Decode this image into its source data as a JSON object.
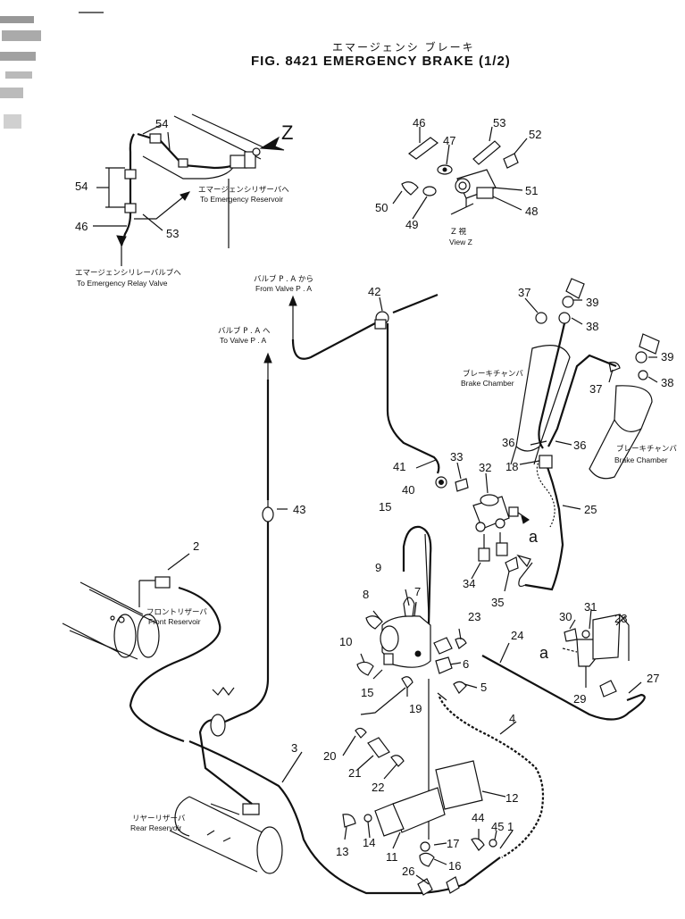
{
  "title": {
    "japanese": "エマージェンシ  ブレーキ",
    "english": "FIG. 8421  EMERGENCY  BRAKE  (1/2)"
  },
  "callouts": {
    "emergency_reservoir_jp": "エマージェンシリザーバへ",
    "emergency_reservoir_en": "To  Emergency  Reservoir",
    "relay_valve_jp": "エマージェンシリレーバルブへ",
    "relay_valve_en": "To  Emergency  Relay  Valve",
    "from_valve_jp": "バルブ P . A から",
    "from_valve_en": "From  Valve  P . A",
    "to_valve_jp": "バルブ P . A へ",
    "to_valve_en": "To  Valve  P . A",
    "brake_chamber_1_jp": "ブレーキチャンバ",
    "brake_chamber_1_en": "Brake  Chamber",
    "brake_chamber_2_jp": "ブレーキチャンバ",
    "brake_chamber_2_en": "Brake  Chamber",
    "front_reservoir_jp": "フロントリザーバ",
    "front_reservoir_en": "Front  Reservoir",
    "rear_reservoir_jp": "リヤーリザーバ",
    "rear_reservoir_en": "Rear  Reservoir",
    "view_z_jp": "Z  視",
    "view_z_en": "View  Z",
    "z_arrow": "Z",
    "a_mark_1": "a",
    "a_mark_2": "a"
  },
  "part_numbers": {
    "n1": "1",
    "n2": "2",
    "n3": "3",
    "n4": "4",
    "n5": "5",
    "n6": "6",
    "n7": "7",
    "n8": "8",
    "n9": "9",
    "n10": "10",
    "n11": "11",
    "n12": "12",
    "n13": "13",
    "n14": "14",
    "n15a": "15",
    "n15b": "15",
    "n16": "16",
    "n17": "17",
    "n18": "18",
    "n19": "19",
    "n20": "20",
    "n21": "21",
    "n22": "22",
    "n23": "23",
    "n24": "24",
    "n25": "25",
    "n26": "26",
    "n27": "27",
    "n28": "28",
    "n29": "29",
    "n30": "30",
    "n31": "31",
    "n32": "32",
    "n33": "33",
    "n34": "34",
    "n35": "35",
    "n36a": "36",
    "n36b": "36",
    "n37a": "37",
    "n37b": "37",
    "n38a": "38",
    "n38b": "38",
    "n39a": "39",
    "n39b": "39",
    "n40": "40",
    "n41": "41",
    "n42": "42",
    "n43": "43",
    "n44": "44",
    "n45": "45",
    "n46a": "46",
    "n46b": "46",
    "n47": "47",
    "n48": "48",
    "n49": "49",
    "n50": "50",
    "n51": "51",
    "n52": "52",
    "n53a": "53",
    "n53b": "53",
    "n54a": "54",
    "n54b": "54"
  }
}
